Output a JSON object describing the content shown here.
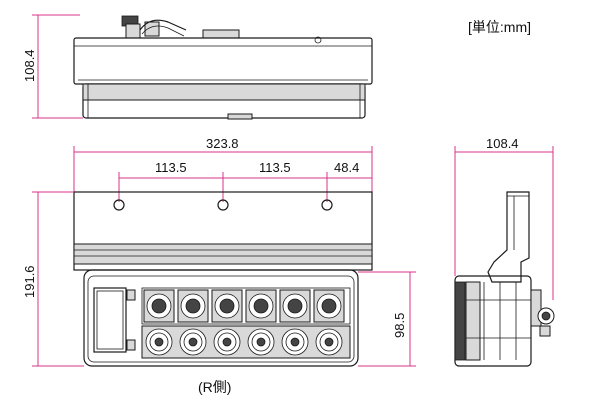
{
  "unit_label": "[単位:mm]",
  "caption": "(R側)",
  "dims": {
    "top_height": "108.4",
    "overall_width": "323.8",
    "pitch_left": "113.5",
    "pitch_right": "113.5",
    "edge_offset": "48.4",
    "front_height": "191.6",
    "lens_height": "98.5",
    "side_depth": "108.4"
  },
  "colors": {
    "dimension_line": "#d9338a",
    "outline": "#1a1a1a",
    "panel": "#d9d9d9"
  }
}
